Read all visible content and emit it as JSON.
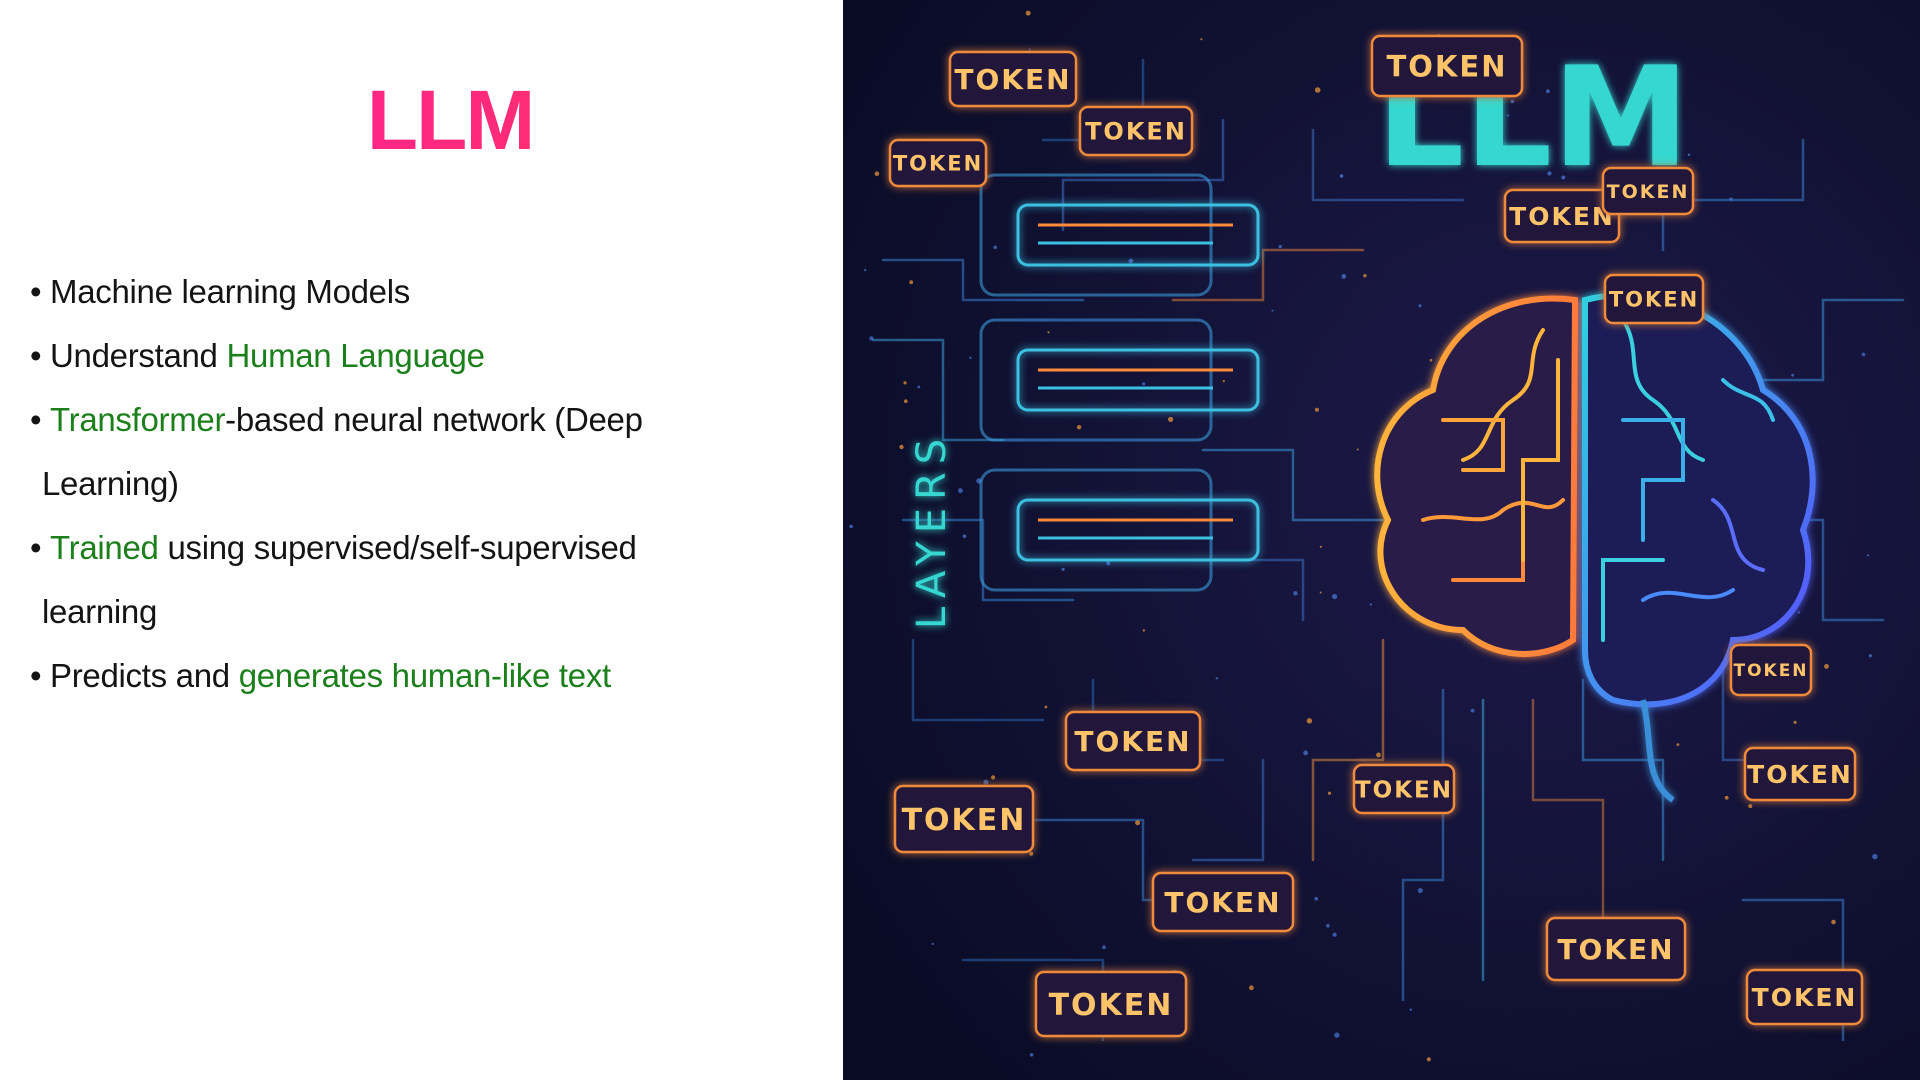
{
  "slide": {
    "title": "LLM",
    "bullets": [
      {
        "bullet": "•",
        "parts": [
          {
            "text": "Machine learning Models",
            "highlight": false
          }
        ]
      },
      {
        "bullet": "•",
        "parts": [
          {
            "text": "Understand ",
            "highlight": false
          },
          {
            "text": "Human Language",
            "highlight": true
          }
        ]
      },
      {
        "bullet": "•",
        "parts": [
          {
            "text": "Transformer",
            "highlight": true
          },
          {
            "text": "-based neural network (Deep",
            "highlight": false
          }
        ],
        "continuation": "Learning)"
      },
      {
        "bullet": "•",
        "parts": [
          {
            "text": "Trained",
            "highlight": true
          },
          {
            "text": " using supervised/self-supervised",
            "highlight": false
          }
        ],
        "continuation": "learning"
      },
      {
        "bullet": "•",
        "parts": [
          {
            "text": "Predicts and ",
            "highlight": false
          },
          {
            "text": "generates human-like text",
            "highlight": true
          }
        ]
      }
    ]
  },
  "illustration": {
    "heading": "LLM",
    "side_label": "LAYERS",
    "token_label": "TOKEN",
    "colors": {
      "background": "#0f1030",
      "heading": "#36d7d0",
      "token_border": "#f08a3a",
      "token_text": "#ffc46a",
      "highlight_green": "#1b7f1b",
      "title_pink": "#ff1fa8"
    }
  }
}
